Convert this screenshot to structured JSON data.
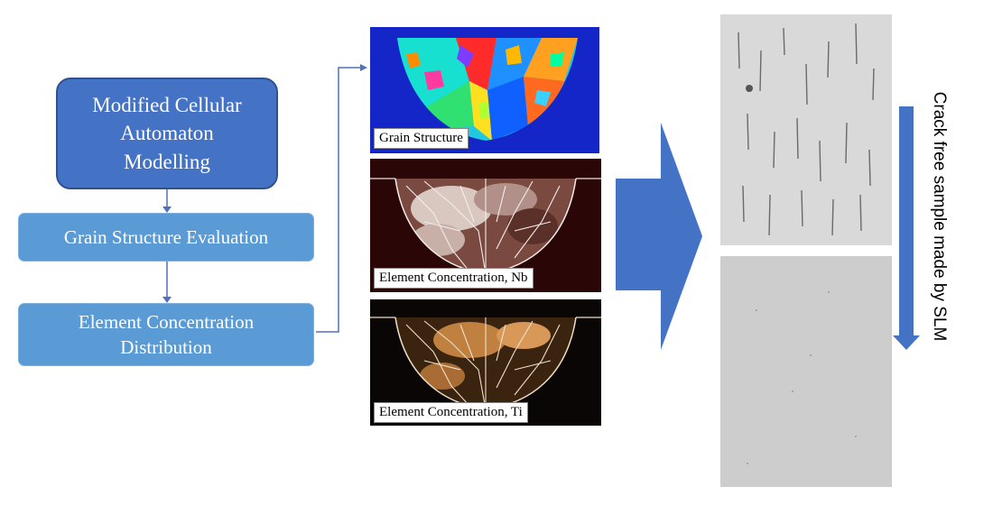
{
  "flow": {
    "main_box": "Modified Cellular\nAutomaton\nModelling",
    "grain_box": "Grain Structure  Evaluation",
    "element_box": "Element Concentration\nDistribution"
  },
  "panels": {
    "grain_label": "Grain Structure",
    "nb_label": "Element  Concentration, Nb",
    "ti_label": "Element  Concentration, Ti"
  },
  "result": {
    "caption": "Crack free sample made by SLM"
  },
  "colors": {
    "main_box_fill": "#4472c4",
    "sub_box_fill": "#5b9bd5",
    "arrow": "#4472c4"
  }
}
